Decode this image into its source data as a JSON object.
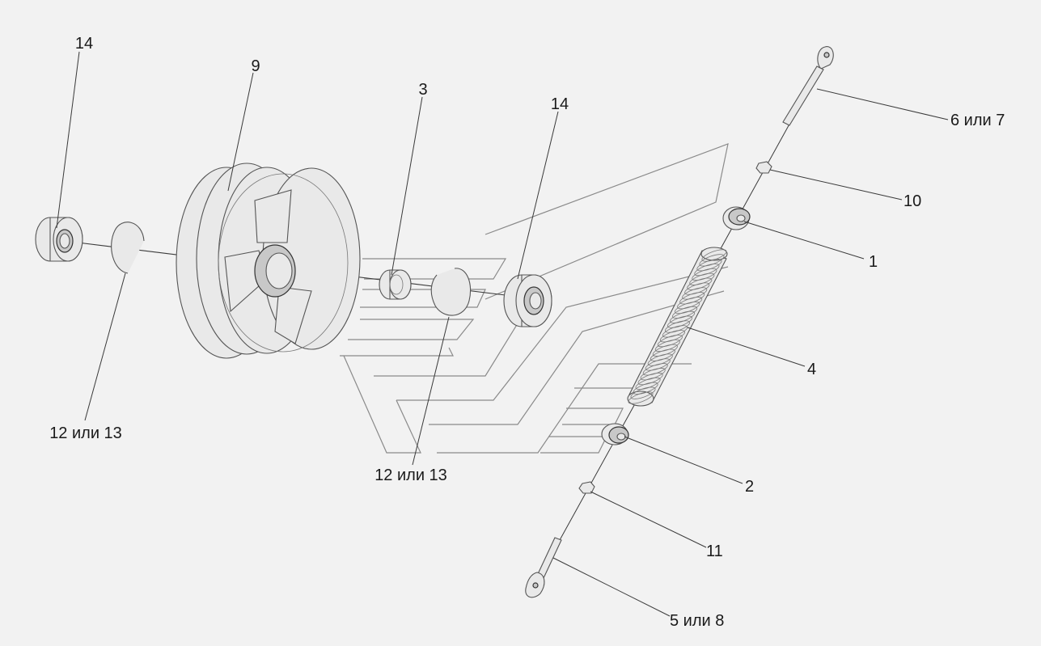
{
  "labels": {
    "bearing_left": "14",
    "wheel": "9",
    "bushing": "3",
    "bearing_right": "14",
    "rod_top": "6 или 7",
    "nut_top": "10",
    "cap_top": "1",
    "spring": "4",
    "ring_left": "12 или 13",
    "ring_right": "12 или 13",
    "cap_bottom": "2",
    "nut_bottom": "11",
    "rod_bottom": "5 или 8"
  },
  "colors": {
    "background": "#f2f2f2",
    "line": "#333333"
  }
}
